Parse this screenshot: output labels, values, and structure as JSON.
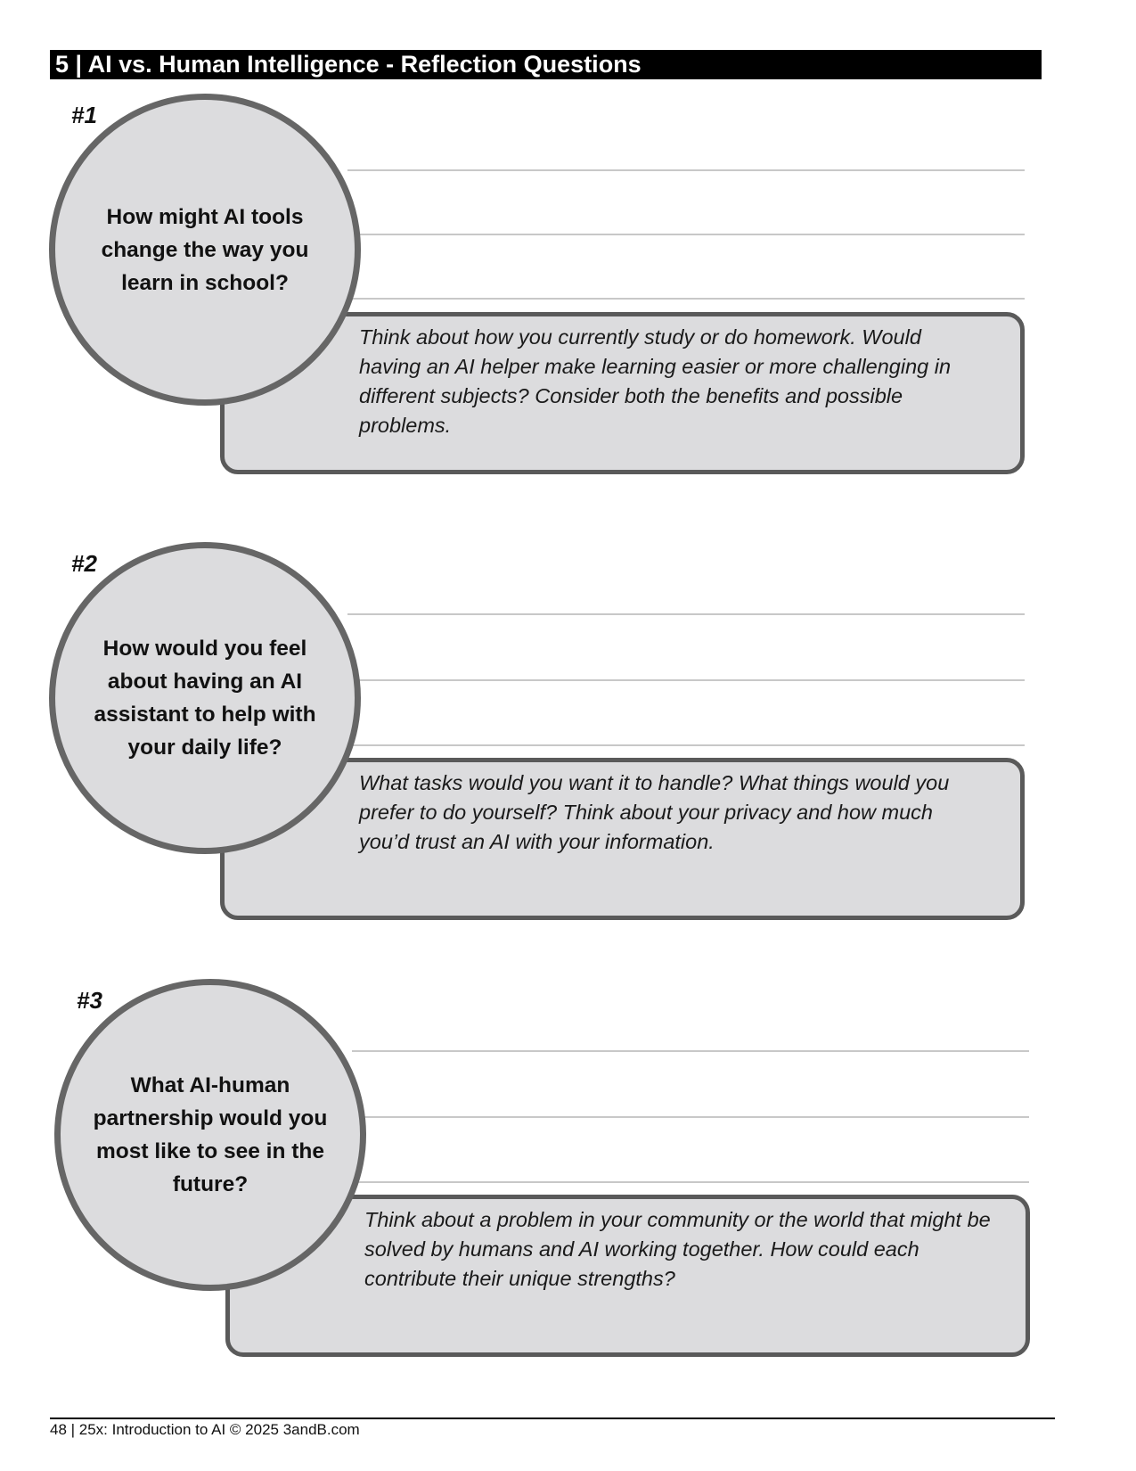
{
  "header": {
    "title": "5 | AI vs. Human Intelligence - Reflection Questions"
  },
  "questions": [
    {
      "number": "#1",
      "question": "How might AI tools change the way you learn in school?",
      "hint": "Think about how you currently study or do homework. Would having an AI helper make learning easier or more challenging in different subjects? Consider both the benefits and possible problems."
    },
    {
      "number": "#2",
      "question": "How would you feel about having an AI assistant to help with your daily life?",
      "hint": "What tasks would you want it to handle? What things would you prefer to do yourself? Think about your privacy and how much you’d trust an AI with your information."
    },
    {
      "number": "#3",
      "question": "What AI-human partnership would you most like to see in the future?",
      "hint": "Think about a problem in your community or the world that might be solved by humans and AI working together. How could each contribute their unique strengths?"
    }
  ],
  "footer": {
    "text": "48 | 25x: Introduction to AI © 2025 3andB.com"
  },
  "colors": {
    "header_bg": "#000000",
    "circle_fill": "#dcdcde",
    "circle_border": "#666666",
    "box_border": "#5a5a5a",
    "answer_line": "#c8c8c8"
  }
}
